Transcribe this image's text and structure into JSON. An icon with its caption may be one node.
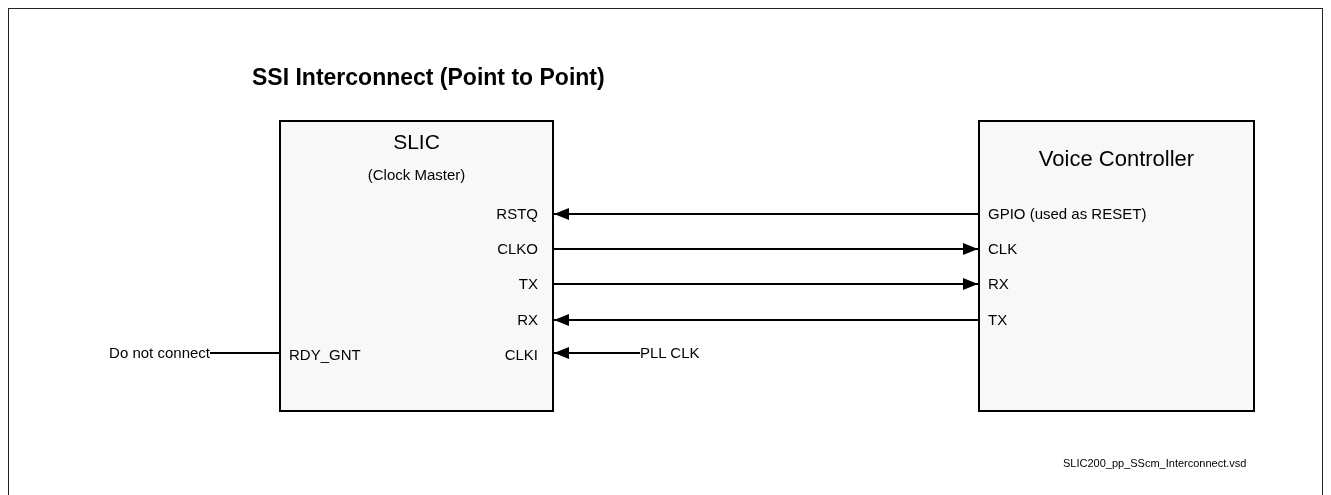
{
  "diagram": {
    "title": "SSI Interconnect (Point to Point)",
    "nodes": [
      {
        "text": [
          "SLIC",
          "(Clock Master)"
        ]
      },
      {
        "text": [
          "RSTQ"
        ],
        "in": 0
      },
      {
        "text": [
          "CLKO"
        ],
        "in": 0
      },
      {
        "text": [
          "TX"
        ],
        "in": 0
      },
      {
        "text": [
          "RX"
        ],
        "in": 0
      },
      {
        "text": [
          "RDY_GNT"
        ],
        "in": 0
      },
      {
        "text": [
          "CLKI"
        ],
        "in": 0
      },
      {
        "text": [
          "Voice Controller"
        ]
      },
      {
        "text": [
          "GPIO (used as RESET)"
        ],
        "in": 7
      },
      {
        "text": [
          "CLK"
        ],
        "in": 7
      },
      {
        "text": [
          "RX"
        ],
        "in": 7
      },
      {
        "text": [
          "TX"
        ],
        "in": 7
      },
      {
        "text": [
          "Do not connect"
        ]
      },
      {
        "text": [
          "PLL CLK"
        ]
      }
    ],
    "edges": [
      {
        "from": 8,
        "to": 1,
        "arrow": "to"
      },
      {
        "from": 2,
        "to": 9,
        "arrow": "to"
      },
      {
        "from": 3,
        "to": 10,
        "arrow": "to"
      },
      {
        "from": 11,
        "to": 4,
        "arrow": "to"
      },
      {
        "from": 12,
        "to": 5,
        "arrow": "none"
      },
      {
        "from": 13,
        "to": 6,
        "arrow": "to"
      }
    ],
    "labels": [
      "SLIC200_pp_SScm_Interconnect.vsd"
    ]
  }
}
